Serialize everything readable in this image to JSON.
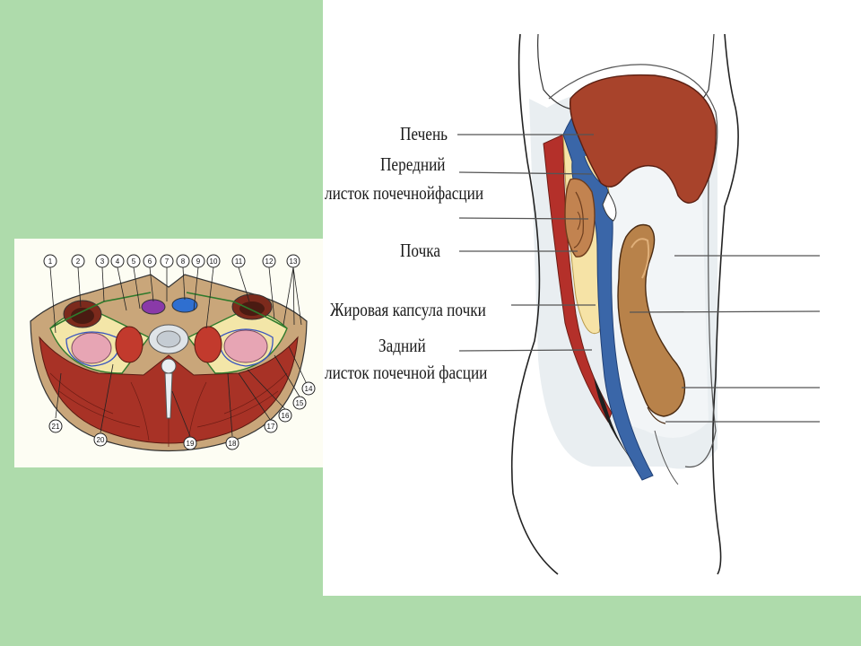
{
  "colors": {
    "background": "#aedbab",
    "liver": "#a8432b",
    "kidney": "#b8824a",
    "fat_capsule": "#f6e3a6",
    "fascia_blue": "#3a66a8",
    "muscle_red": "#b4302a"
  },
  "cross_section": {
    "numbers_top": [
      "1",
      "2",
      "3",
      "4",
      "5",
      "6",
      "7",
      "8",
      "9",
      "10",
      "11",
      "12",
      "13"
    ],
    "numbers_bottom": [
      "21",
      "20",
      "19",
      "18",
      "17",
      "16",
      "15",
      "14"
    ]
  },
  "sagittal": {
    "labels": {
      "liver": "Печень",
      "anterior_line1": "Передний",
      "anterior_line2": "листок почечнойфасции",
      "kidney": "Почка",
      "fat_capsule": "Жировая капсула почки",
      "posterior_line1": "Задний",
      "posterior_line2": "листок почечной фасции"
    }
  }
}
